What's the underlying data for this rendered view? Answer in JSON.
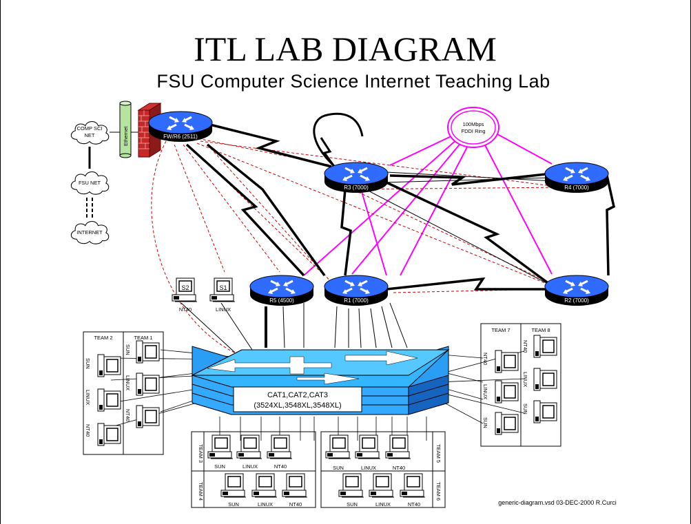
{
  "title": "ITL LAB DIAGRAM",
  "subtitle": "FSU Computer Science Internet Teaching Lab",
  "clouds": {
    "compsci_line1": "COMP SCI",
    "compsci_line2": "NET",
    "fsunet": "FSU NET",
    "internet": "INTERNET"
  },
  "ethernet_label": "Ethernet",
  "fddi_line1": "100Mbps",
  "fddi_line2": "FDDI Ring",
  "routers": {
    "fw": "FW/R6 (2511)",
    "r3": "R3 (7000)",
    "r4": "R4 (7000)",
    "r5": "R5 (4500)",
    "r1": "R1 (7000)",
    "r2": "R2 (7000)"
  },
  "servers": {
    "s2": "S2",
    "s1": "S1",
    "nt40": "NT40",
    "linux": "LINUX"
  },
  "switch": {
    "line1": "CAT1,CAT2,CAT3",
    "line2": "(3524XL,3548XL,3548XL)"
  },
  "teams": {
    "t1": "TEAM 1",
    "t2": "TEAM 2",
    "t3": "TEAM 3",
    "t4": "TEAM 4",
    "t5": "TEAM 5",
    "t6": "TEAM 6",
    "t7": "TEAM 7",
    "t8": "TEAM 8"
  },
  "os": {
    "sun": "SUN",
    "linux": "LINUX",
    "nt40": "NT40"
  },
  "footer": "generic-diagram.vsd  03-DEC-2000  R.Curci"
}
